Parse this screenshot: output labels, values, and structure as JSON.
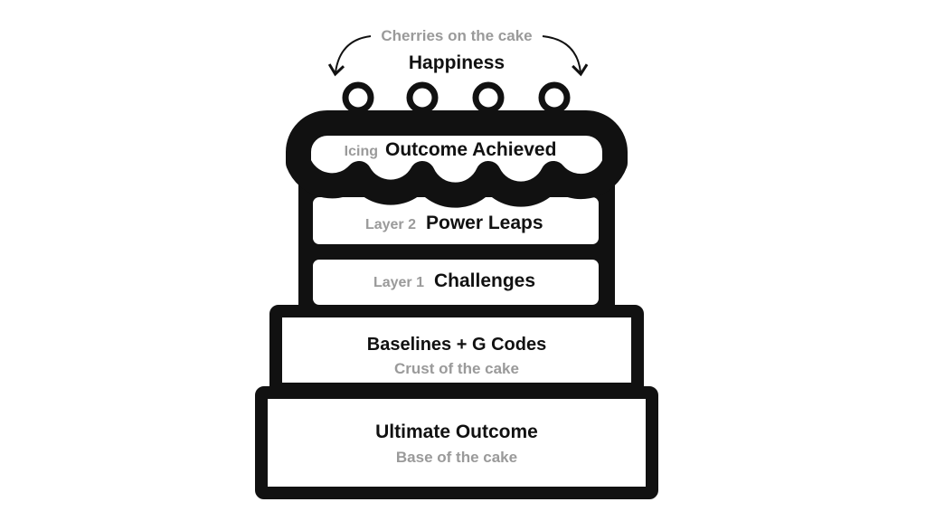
{
  "top": {
    "annotation": "Cherries on the cake",
    "title": "Happiness"
  },
  "icing": {
    "tag": "Icing",
    "label": "Outcome Achieved"
  },
  "layer2": {
    "tag": "Layer 2",
    "label": "Power Leaps"
  },
  "layer1": {
    "tag": "Layer 1",
    "label": "Challenges"
  },
  "crust": {
    "label": "Baselines + G Codes",
    "sub": "Crust of the cake"
  },
  "base": {
    "label": "Ultimate Outcome",
    "sub": "Base of the cake"
  },
  "colors": {
    "outline": "#111111",
    "muted": "#9a9a9a"
  }
}
